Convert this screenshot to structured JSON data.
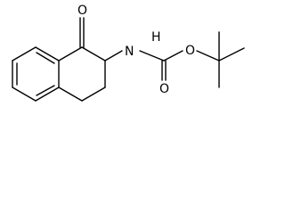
{
  "structure": {
    "atoms": {
      "ketone_oxygen": "O",
      "amide_nitrogen": "N",
      "amide_hydrogen": "H",
      "ester_oxygen": "O",
      "carbonyl_oxygen": "O"
    }
  },
  "colors": {
    "bond": "#000000",
    "background": "#ffffff"
  }
}
